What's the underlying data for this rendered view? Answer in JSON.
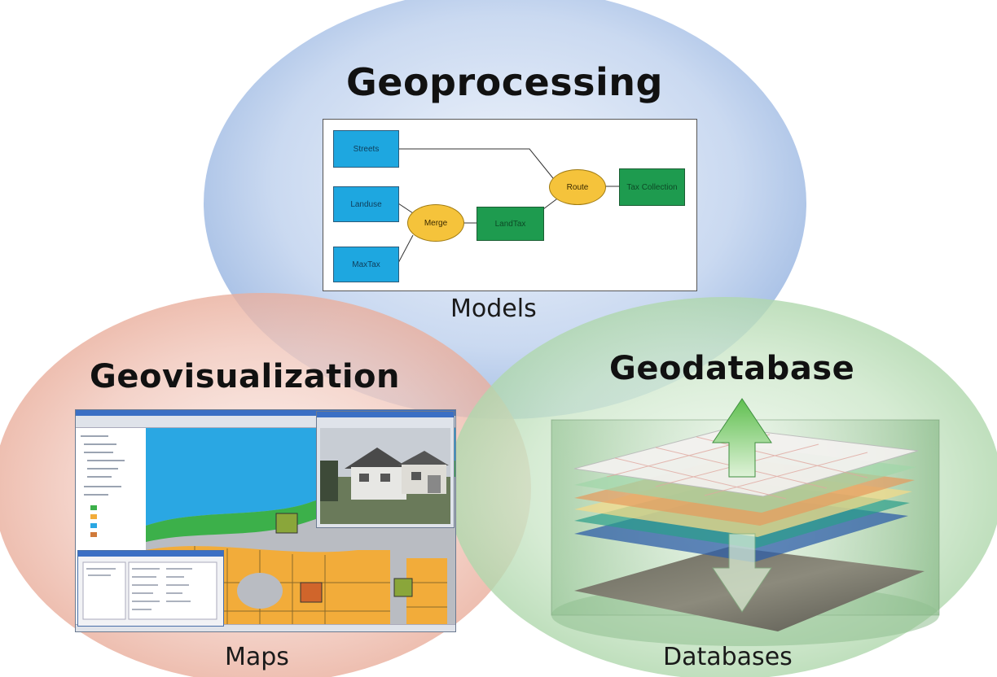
{
  "sections": {
    "geoprocessing": {
      "title": "Geoprocessing",
      "caption": "Models"
    },
    "geovisualization": {
      "title": "Geovisualization",
      "caption": "Maps"
    },
    "geodatabase": {
      "title": "Geodatabase",
      "caption": "Databases"
    }
  },
  "model_diagram": {
    "inputs": [
      "Streets",
      "Landuse",
      "MaxTax"
    ],
    "tools": [
      "Merge",
      "Route"
    ],
    "outputs": [
      "LandTax",
      "Tax Collection"
    ]
  },
  "colors": {
    "circle_top": "#aac3e6",
    "circle_left": "#eab3a6",
    "circle_right": "#b5d9b5",
    "input_blue": "#1ea7e0",
    "output_green": "#1e9b4f",
    "tool_yellow": "#f5c33b",
    "parcel_orange": "#f2ac3a",
    "water_blue": "#2aa7e3",
    "vegetation_green": "#3cb04a"
  },
  "icons": {
    "arrow": "up-down-arrow-icon",
    "map": "map-window-icon",
    "photo": "house-photo-icon",
    "database": "database-cylinder-icon"
  }
}
